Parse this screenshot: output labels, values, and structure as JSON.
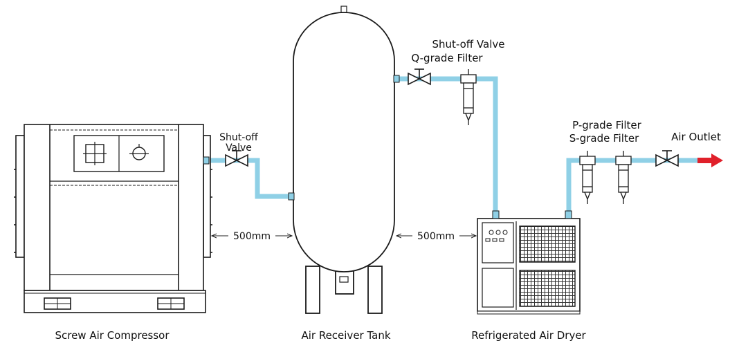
{
  "colors": {
    "pipe": "#8fd0e6",
    "line": "#1a1a1a",
    "outlet_arrow": "#e0202a",
    "background": "#ffffff"
  },
  "equipment": {
    "compressor": "Screw Air Compressor",
    "tank": "Air Receiver Tank",
    "dryer": "Refrigerated Air Dryer"
  },
  "components": {
    "valve1_line1": "Shut-off",
    "valve1_line2": "Valve",
    "valve2": "Shut-off Valve",
    "q_filter": "Q-grade Filter",
    "p_filter": "P-grade Filter",
    "s_filter": "S-grade Filter",
    "outlet": "Air Outlet"
  },
  "dimensions": {
    "gap_left": "500mm",
    "gap_right": "500mm"
  }
}
